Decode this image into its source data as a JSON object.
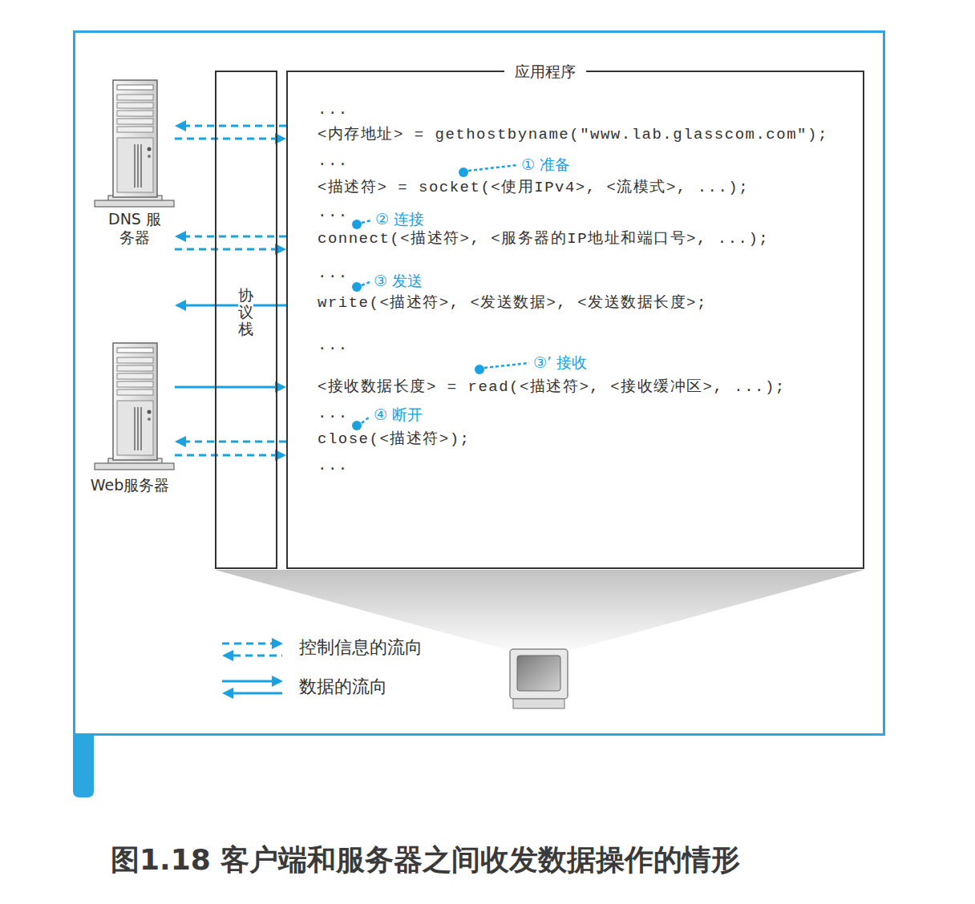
{
  "diagram": {
    "caption": "图1.18 客户端和服务器之间收发数据操作的情形",
    "nodes": [
      {
        "text": [
          "DNS 服务器"
        ]
      },
      {
        "text": [
          "协议栈"
        ]
      },
      {
        "text": [
          "应用程序",
          "...",
          "<内存地址> = gethostbyname(\"www.lab.glasscom.com\");",
          "...",
          "<描述符> = socket(<使用IPv4>, <流模式>, ...);",
          "...",
          "connect(<描述符>, <服务器的IP地址和端口号>, ...);",
          "...",
          "write(<描述符>, <发送数据>, <发送数据长度>;",
          "...",
          "<接收数据长度> = read(<描述符>, <接收缓冲区>, ...);",
          "...",
          "close(<描述符>);",
          "..."
        ]
      },
      {
        "text": [
          "Web服务器"
        ]
      }
    ],
    "edges": [
      {
        "from": 2,
        "to": 0,
        "arrow": "to"
      },
      {
        "from": 0,
        "to": 2,
        "arrow": "to"
      },
      {
        "from": 2,
        "to": 0,
        "arrow": "to"
      },
      {
        "from": 0,
        "to": 2,
        "arrow": "to"
      },
      {
        "from": 2,
        "to": 3,
        "arrow": "to"
      },
      {
        "from": 3,
        "to": 2,
        "arrow": "to"
      },
      {
        "from": 2,
        "to": 3,
        "arrow": "to"
      },
      {
        "from": 3,
        "to": 2,
        "arrow": "to"
      }
    ],
    "labels": [
      "① 准备",
      "② 连接",
      "③ 发送",
      "③’ 接收",
      "④ 断开"
    ],
    "legend": [
      {
        "text": "控制信息的流向"
      },
      {
        "text": "数据的流向"
      }
    ]
  }
}
